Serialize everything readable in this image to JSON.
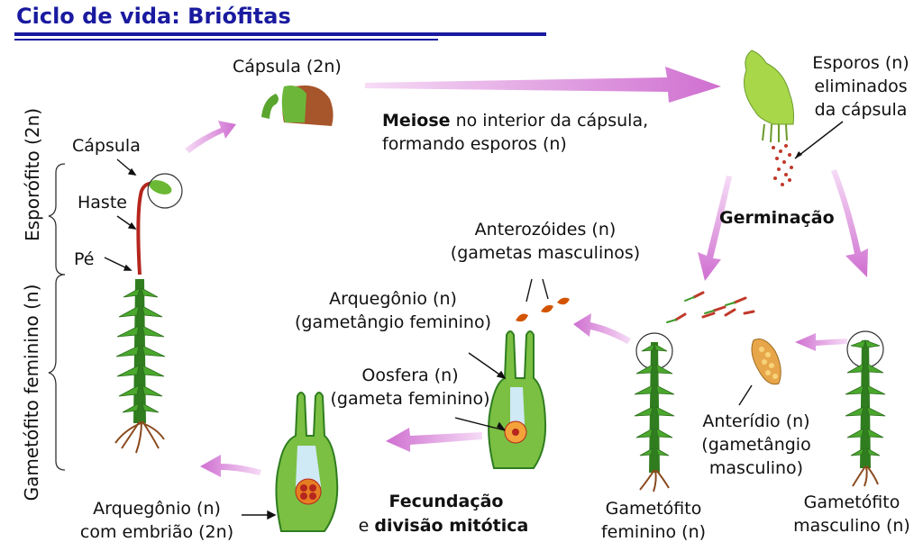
{
  "title": "Ciclo de vida: Briófitas",
  "side_labels": {
    "sporophyte": "Esporófito (2n)",
    "female_gametophyte": "Gametófito feminino (n)"
  },
  "labels": {
    "capsula": "Cápsula",
    "haste": "Haste",
    "pe": "Pé",
    "capsula_2n": "Cápsula (2n)",
    "meiose_bold": "Meiose",
    "meiose_line1": " no interior da cápsula,",
    "meiose_line2": "formando esporos (n)",
    "esporos_line1": "Esporos (n)",
    "esporos_line2": "eliminados",
    "esporos_line3": "da cápsula",
    "germinacao": "Germinação",
    "anterozoides_line1": "Anterozóides (n)",
    "anterozoides_line2": "(gametas masculinos)",
    "arquegonio_line1": "Arquegônio (n)",
    "arquegonio_line2": "(gametângio feminino)",
    "oosfera_line1": "Oosfera (n)",
    "oosfera_line2": "(gameta feminino)",
    "anteridio_line1": "Anterídio (n)",
    "anteridio_line2": "(gametângio",
    "anteridio_line3": "masculino)",
    "gam_fem_line1": "Gametófito",
    "gam_fem_line2": "feminino (n)",
    "gam_masc_line1": "Gametófito",
    "gam_masc_line2": "masculino (n)",
    "fecund_bold": "Fecundação",
    "fecund_e": "e ",
    "divisao_bold": "divisão mitótica",
    "arq_emb_line1": "Arquegônio (n)",
    "arq_emb_line2": "com embrião (2n)"
  },
  "colors": {
    "title": "#1a1aa0",
    "arrow": "#d985d9",
    "plant_green": "#3f9a2a",
    "stem_red": "#b5261e"
  }
}
